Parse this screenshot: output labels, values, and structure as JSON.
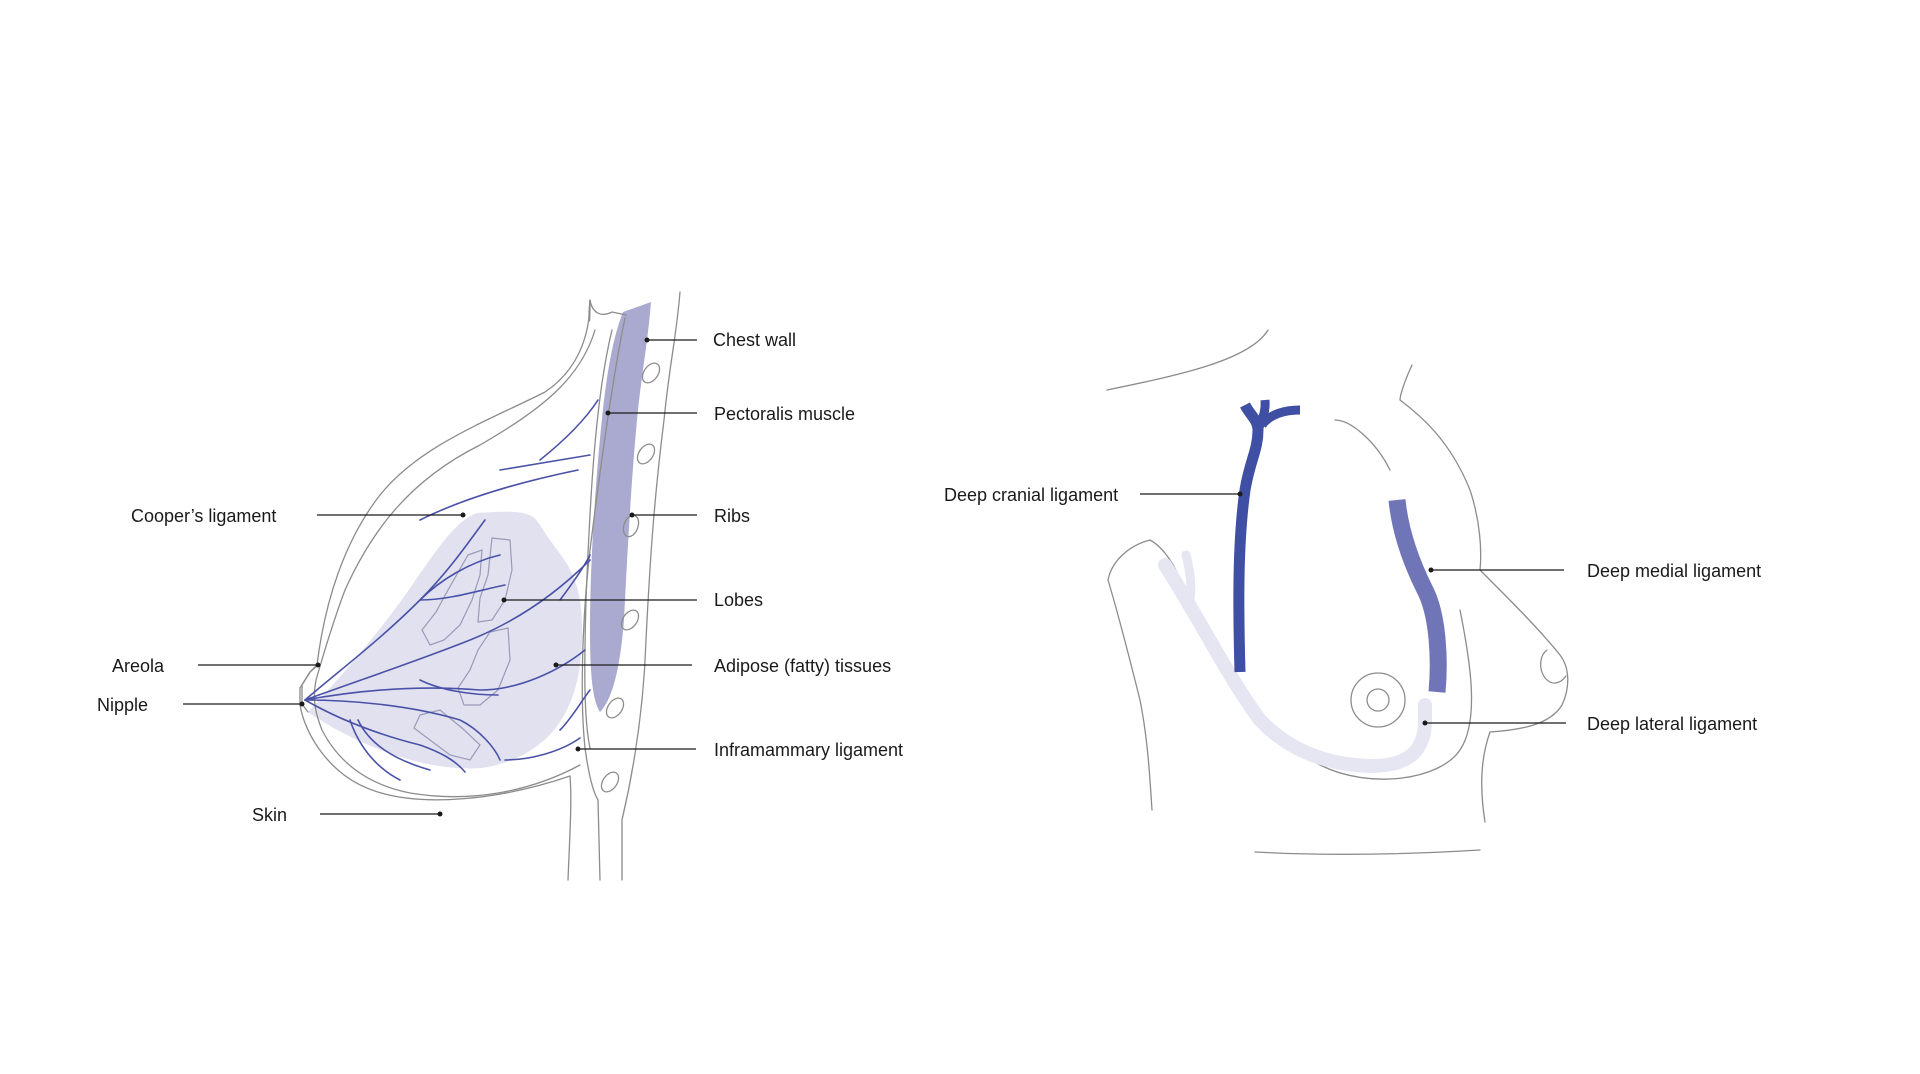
{
  "colors": {
    "accent_dark": "#3f4fa3",
    "accent_mid": "#7075b8",
    "muscle_fill": "#aaaad0",
    "tissue_fill": "#e1e1f0",
    "lateral_band": "#e6e6f3",
    "outline": "#8c8c8c",
    "text": "#1a1a1a"
  },
  "left_diagram": {
    "labels": {
      "chest_wall": "Chest wall",
      "pectoralis_muscle": "Pectoralis muscle",
      "coopers_ligament": "Cooper’s ligament",
      "ribs": "Ribs",
      "lobes": "Lobes",
      "areola": "Areola",
      "adipose_tissues": "Adipose (fatty) tissues",
      "nipple": "Nipple",
      "inframammary_ligament": "Inframammary ligament",
      "skin": "Skin"
    }
  },
  "right_diagram": {
    "labels": {
      "deep_cranial_ligament": "Deep cranial ligament",
      "deep_medial_ligament": "Deep medial ligament",
      "deep_lateral_ligament": "Deep lateral ligament"
    }
  }
}
